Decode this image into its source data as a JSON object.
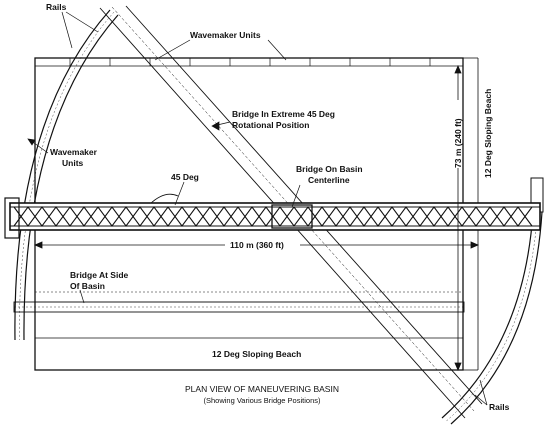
{
  "labels": {
    "rails_top": "Rails",
    "wavemaker_top": "Wavemaker Units",
    "bridge_extreme_line1": "Bridge In Extreme 45 Deg",
    "bridge_extreme_line2": "Rotational Position",
    "wavemaker_left_line1": "Wavemaker",
    "wavemaker_left_line2": "Units",
    "angle": "45 Deg",
    "bridge_centerline_line1": "Bridge On Basin",
    "bridge_centerline_line2": "Centerline",
    "width_dim": "73 m (240 ft)",
    "beach_right": "12 Deg Sloping Beach",
    "length_dim": "110 m (360 ft)",
    "bridge_side_line1": "Bridge At Side",
    "bridge_side_line2": "Of Basin",
    "beach_bottom": "12 Deg Sloping Beach",
    "rails_bottom": "Rails"
  },
  "caption": {
    "title": "PLAN VIEW OF MANEUVERING BASIN",
    "subtitle": "(Showing Various Bridge Positions)"
  },
  "colors": {
    "ink": "#111111",
    "paper": "#ffffff",
    "shade": "#cfcfcf"
  }
}
